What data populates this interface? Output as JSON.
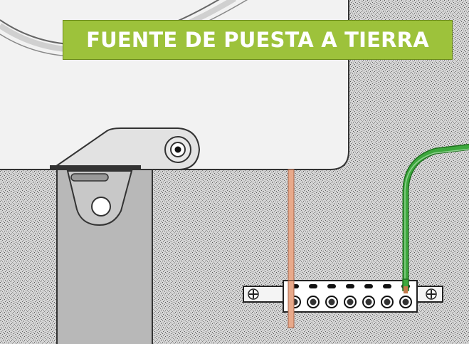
{
  "title": "FUENTE DE PUESTA A TIERRA",
  "colors": {
    "banner": "#9dc23b",
    "grounding_wire": "#3da83d",
    "copper_rod": "#e8a98a",
    "concrete": "#d4d4d4",
    "enclosure": "#f2f2f2",
    "post": "#b8b8b8"
  },
  "icons": [
    "ground-bus-bar",
    "terminal-screw-icon",
    "mounting-screw-icon",
    "hinge-bolt-icon",
    "lifting-lug-icon"
  ],
  "terminal_count": 7
}
